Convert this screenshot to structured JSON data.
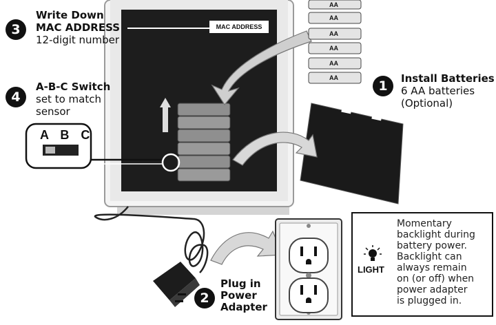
{
  "steps": {
    "mac": {
      "number": "3",
      "title_line1": "Write Down",
      "title_line2": "MAC ADDRESS",
      "subtitle": "12-digit number",
      "box_label": "MAC ADDRESS"
    },
    "switch": {
      "number": "4",
      "title": "A-B-C Switch",
      "line1": "set to match",
      "line2": "sensor",
      "letters": "A B C"
    },
    "batteries": {
      "number": "1",
      "title": "Install Batteries",
      "line1": "6 AA batteries",
      "line2": "(Optional)"
    },
    "power": {
      "number": "2",
      "line1": "Plug in",
      "line2": "Power",
      "line3": "Adapter"
    }
  },
  "battery_label": "AA",
  "light": {
    "label": "LIGHT",
    "lines": [
      "Momentary",
      "backlight during",
      "battery power.",
      "Backlight can",
      "always remain",
      "on (or off) when",
      "power adapter",
      "is plugged in."
    ]
  }
}
